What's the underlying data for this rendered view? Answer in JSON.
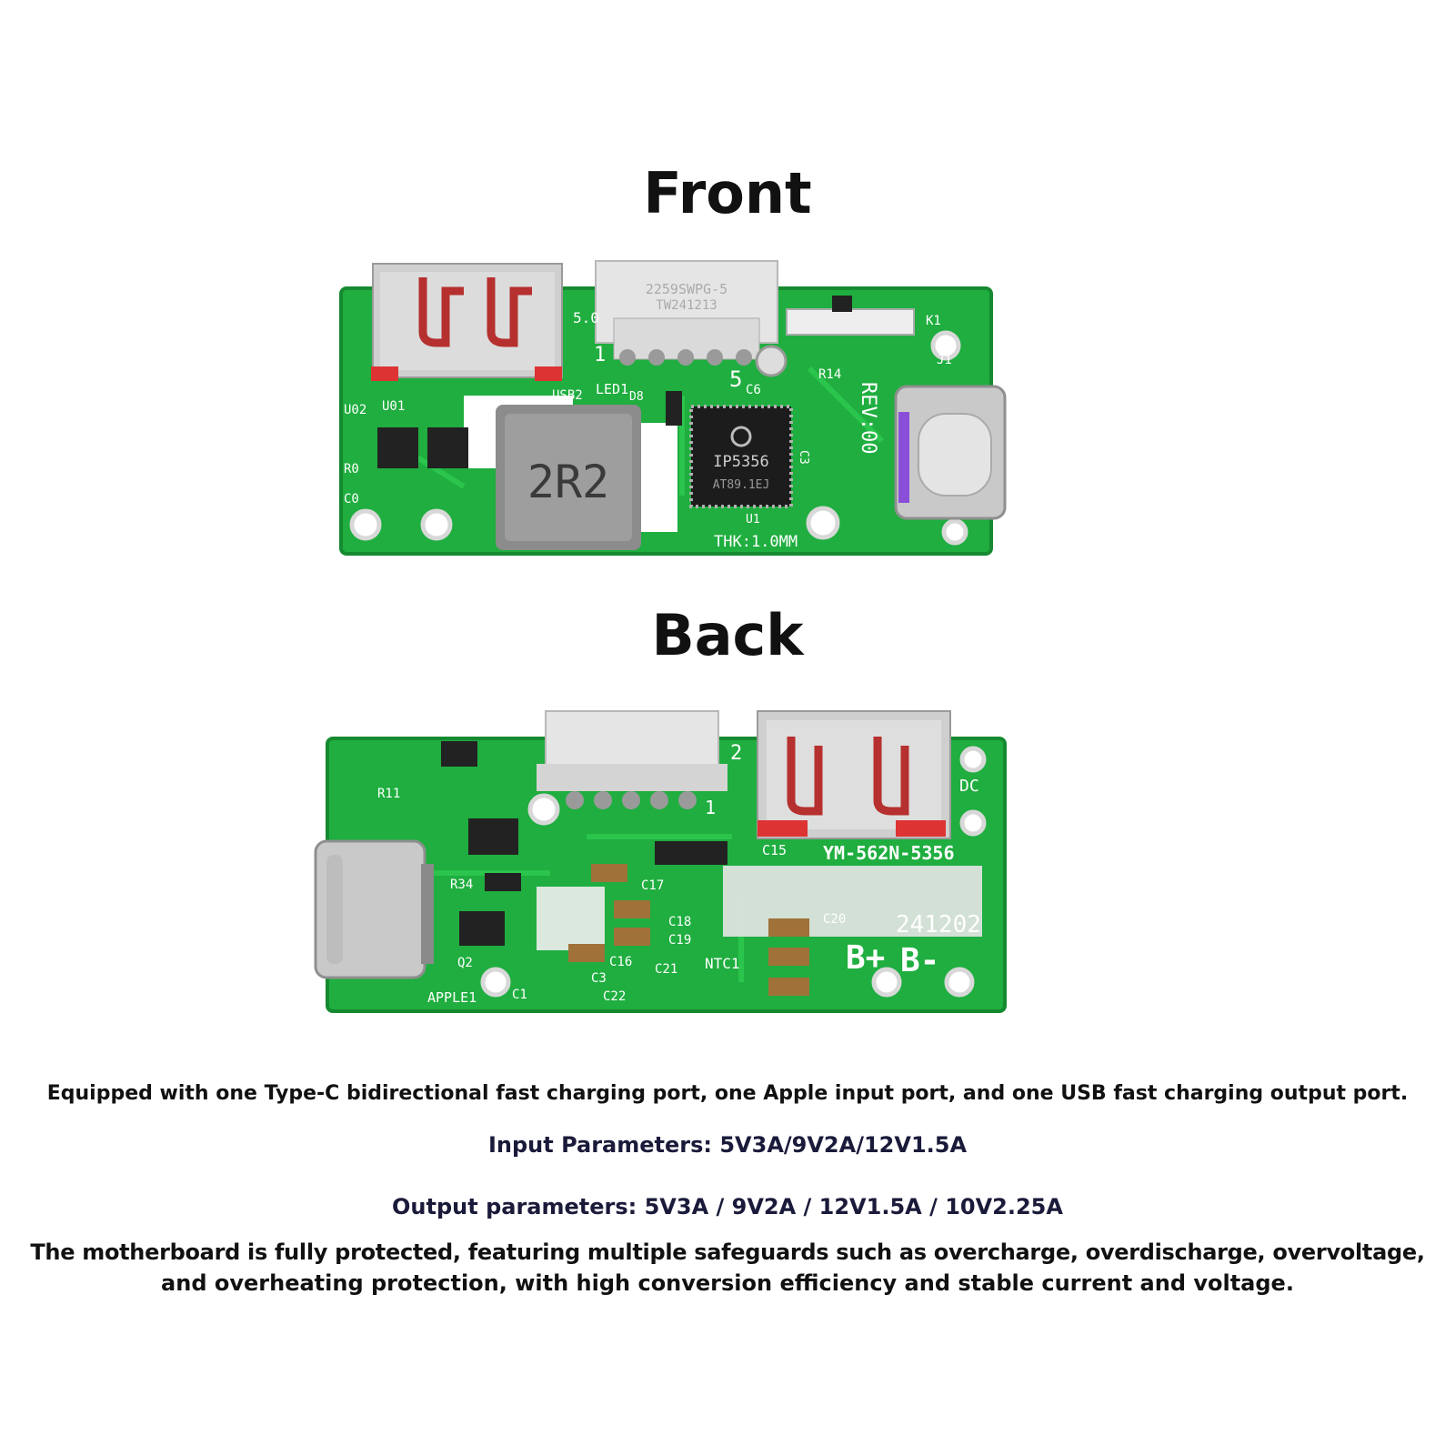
{
  "front": {
    "heading": "Front",
    "labels": {
      "inductor": "2R2",
      "chip": "IP5356",
      "chip_sub": "AT89.1EJ",
      "connector": "2259SWPG-5",
      "connector_sub": "TW241213",
      "rev": "REV:00",
      "thk": "THK:1.0MM",
      "usb2": "USB2",
      "led1": "LED1",
      "d8": "D8",
      "c6": "C6",
      "five": "5",
      "k1": "K1",
      "j1": "J1",
      "r14": "R14",
      "u02": "U02",
      "u01": "U01",
      "u1": "U1",
      "c3": "C3",
      "c0": "C0",
      "r0": "R0",
      "v50": "5.0",
      "one": "1"
    }
  },
  "back": {
    "heading": "Back",
    "labels": {
      "model": "YM-562N-5356",
      "date": "241202",
      "bplus": "B+",
      "bminus": "B-",
      "apple": "APPLE1",
      "ntc": "NTC1",
      "dc": "DC",
      "c15": "C15",
      "c17": "C17",
      "c18": "C18",
      "c19": "C19",
      "c16": "C16",
      "c21": "C21",
      "c22": "C22",
      "c20": "C20",
      "c1": "C1",
      "c3": "C3",
      "r34": "R34",
      "r11": "R11",
      "q2": "Q2",
      "two": "2",
      "one": "1"
    }
  },
  "captions": {
    "line1": "Equipped with one Type-C bidirectional fast charging port, one Apple input port, and one USB fast charging output port.",
    "line2": "Input Parameters: 5V3A/9V2A/12V1.5A",
    "line3": "Output parameters: 5V3A / 9V2A / 12V1.5A / 10V2.25A",
    "line4a": "The motherboard is fully protected, featuring multiple safeguards such as overcharge, overdischarge, overvoltage,",
    "line4b": "and overheating protection, with high conversion efficiency and stable current and voltage."
  },
  "colors": {
    "pcb": "#1fae3f",
    "pcb_dark": "#168a30",
    "silk": "#ffffff",
    "metal": "#c8c8c8",
    "chip": "#222222",
    "contact": "#b5302f"
  }
}
